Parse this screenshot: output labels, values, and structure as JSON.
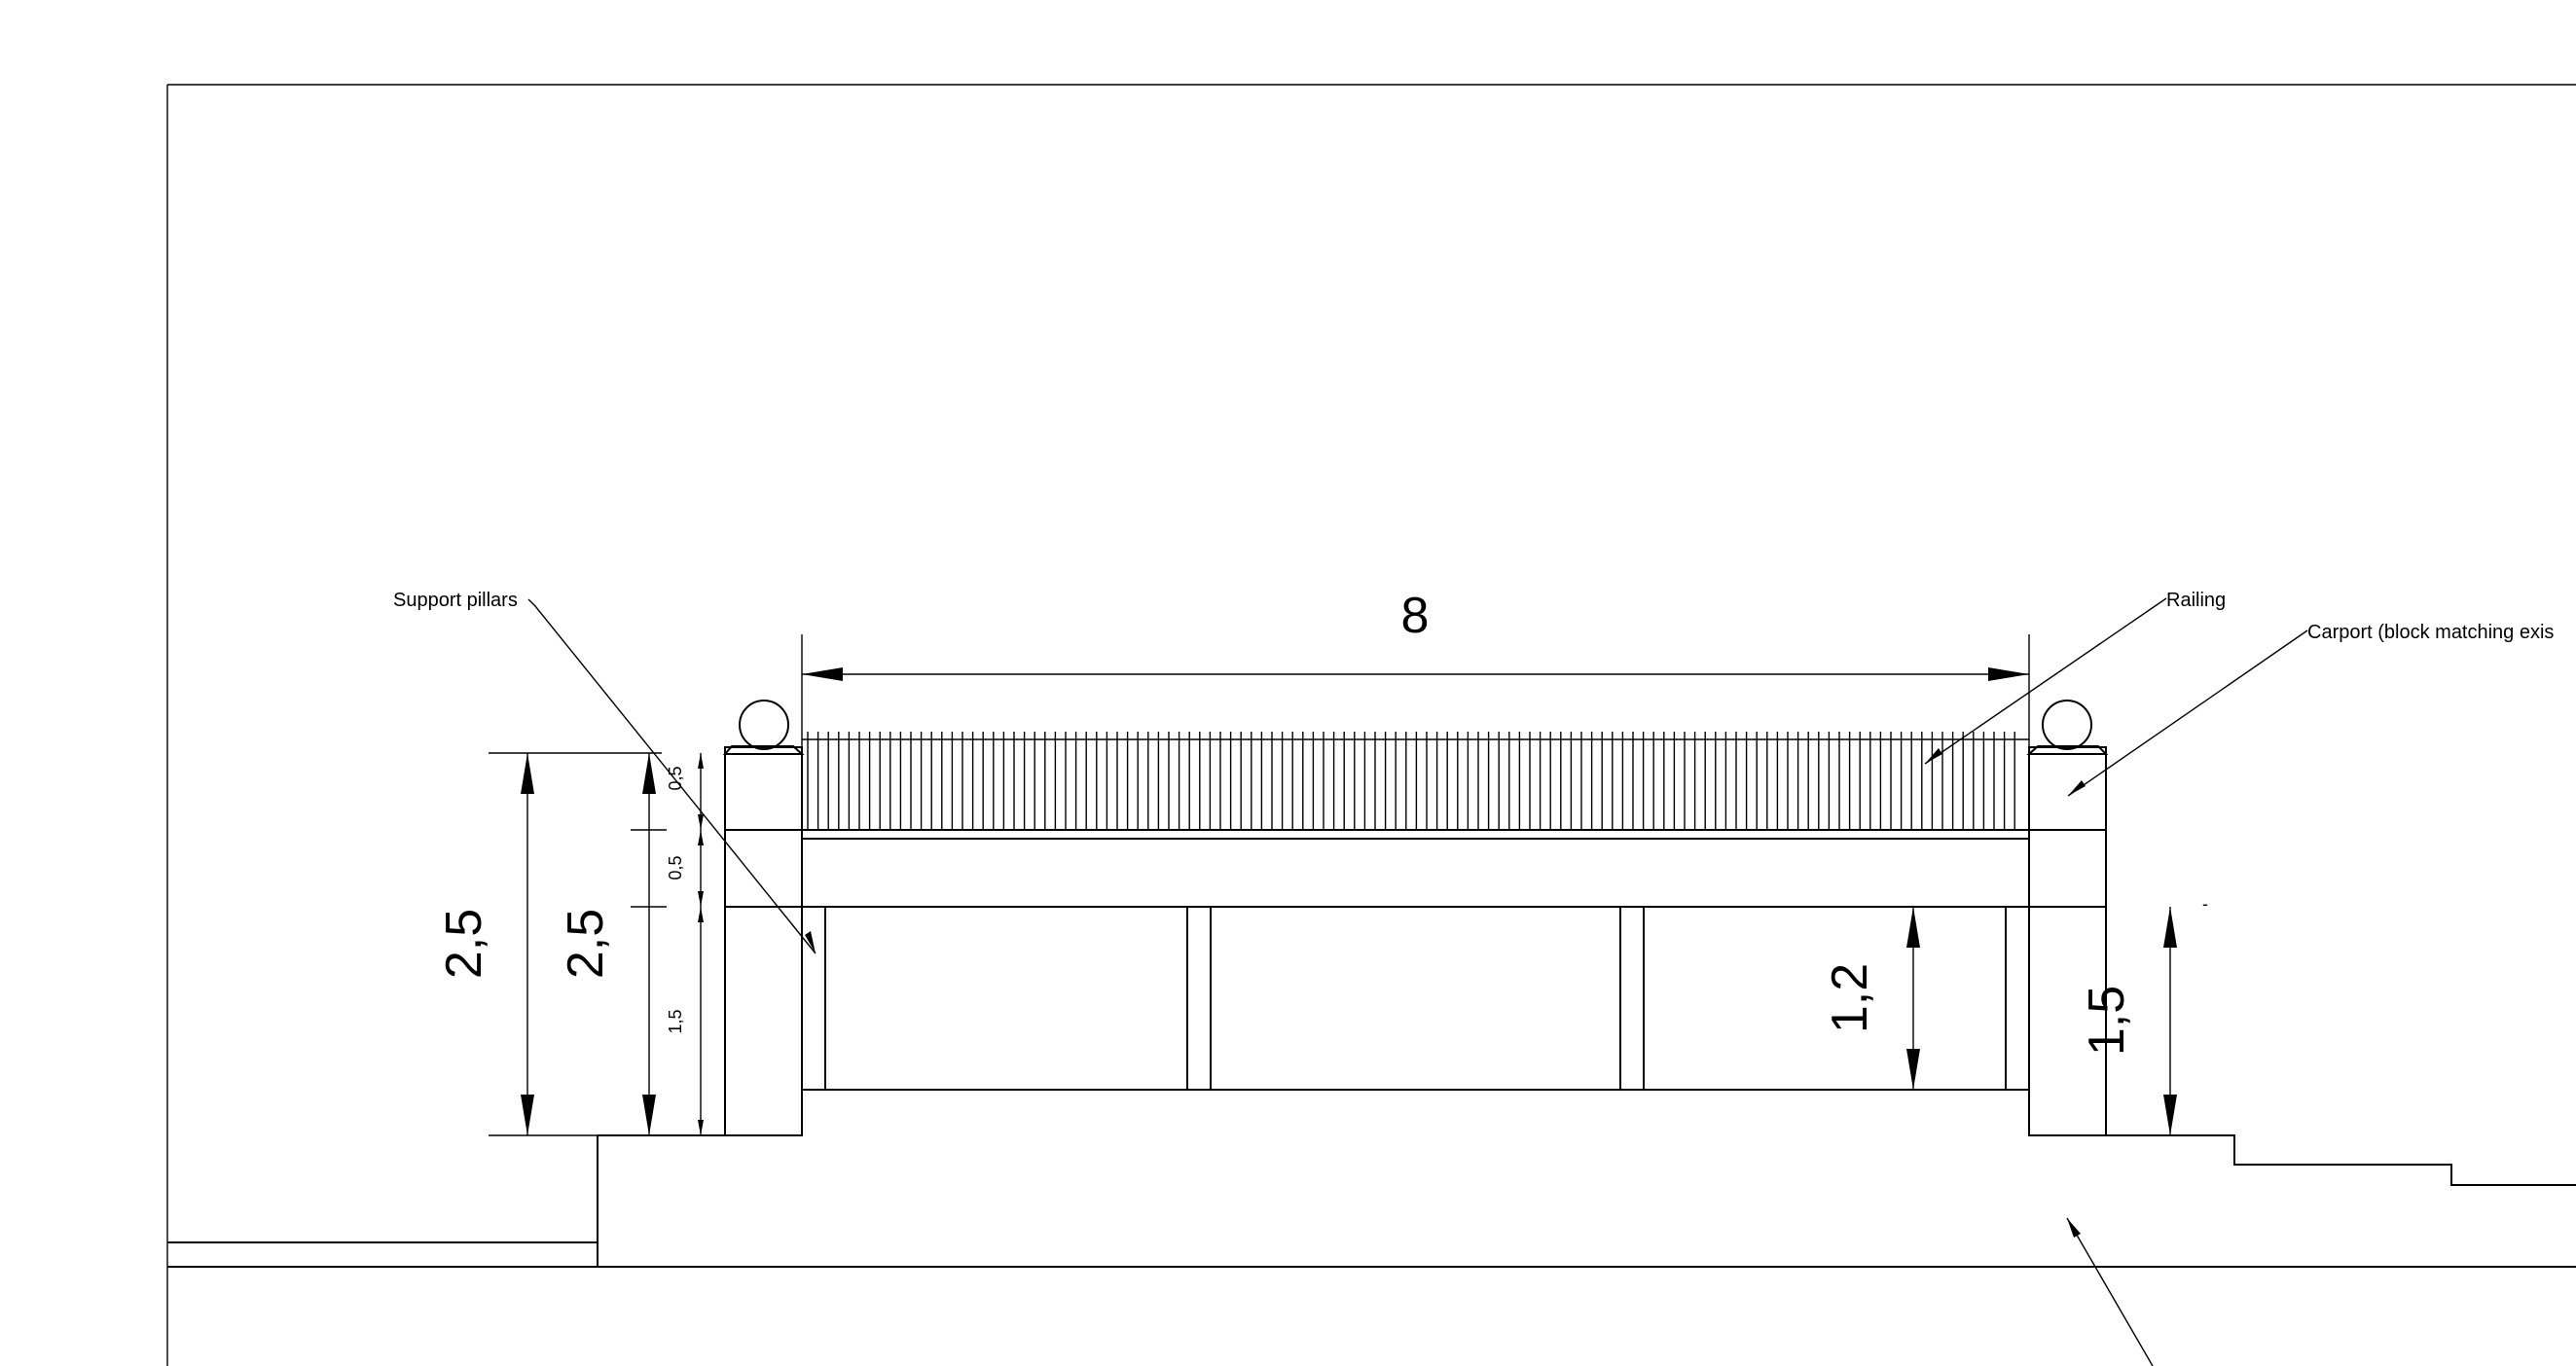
{
  "labels": {
    "support_pillars": "Support pillars",
    "railing": "Railing",
    "carport": "Carport (block matching exis"
  },
  "dimensions": {
    "width": "8",
    "height_outer": "2,5",
    "height_inner": "2,5",
    "seg_top": "0,5",
    "seg_mid": "0,5",
    "seg_bottom": "1,5",
    "opening": "1,2",
    "right_height": "1,5",
    "tick_mark": "-"
  }
}
